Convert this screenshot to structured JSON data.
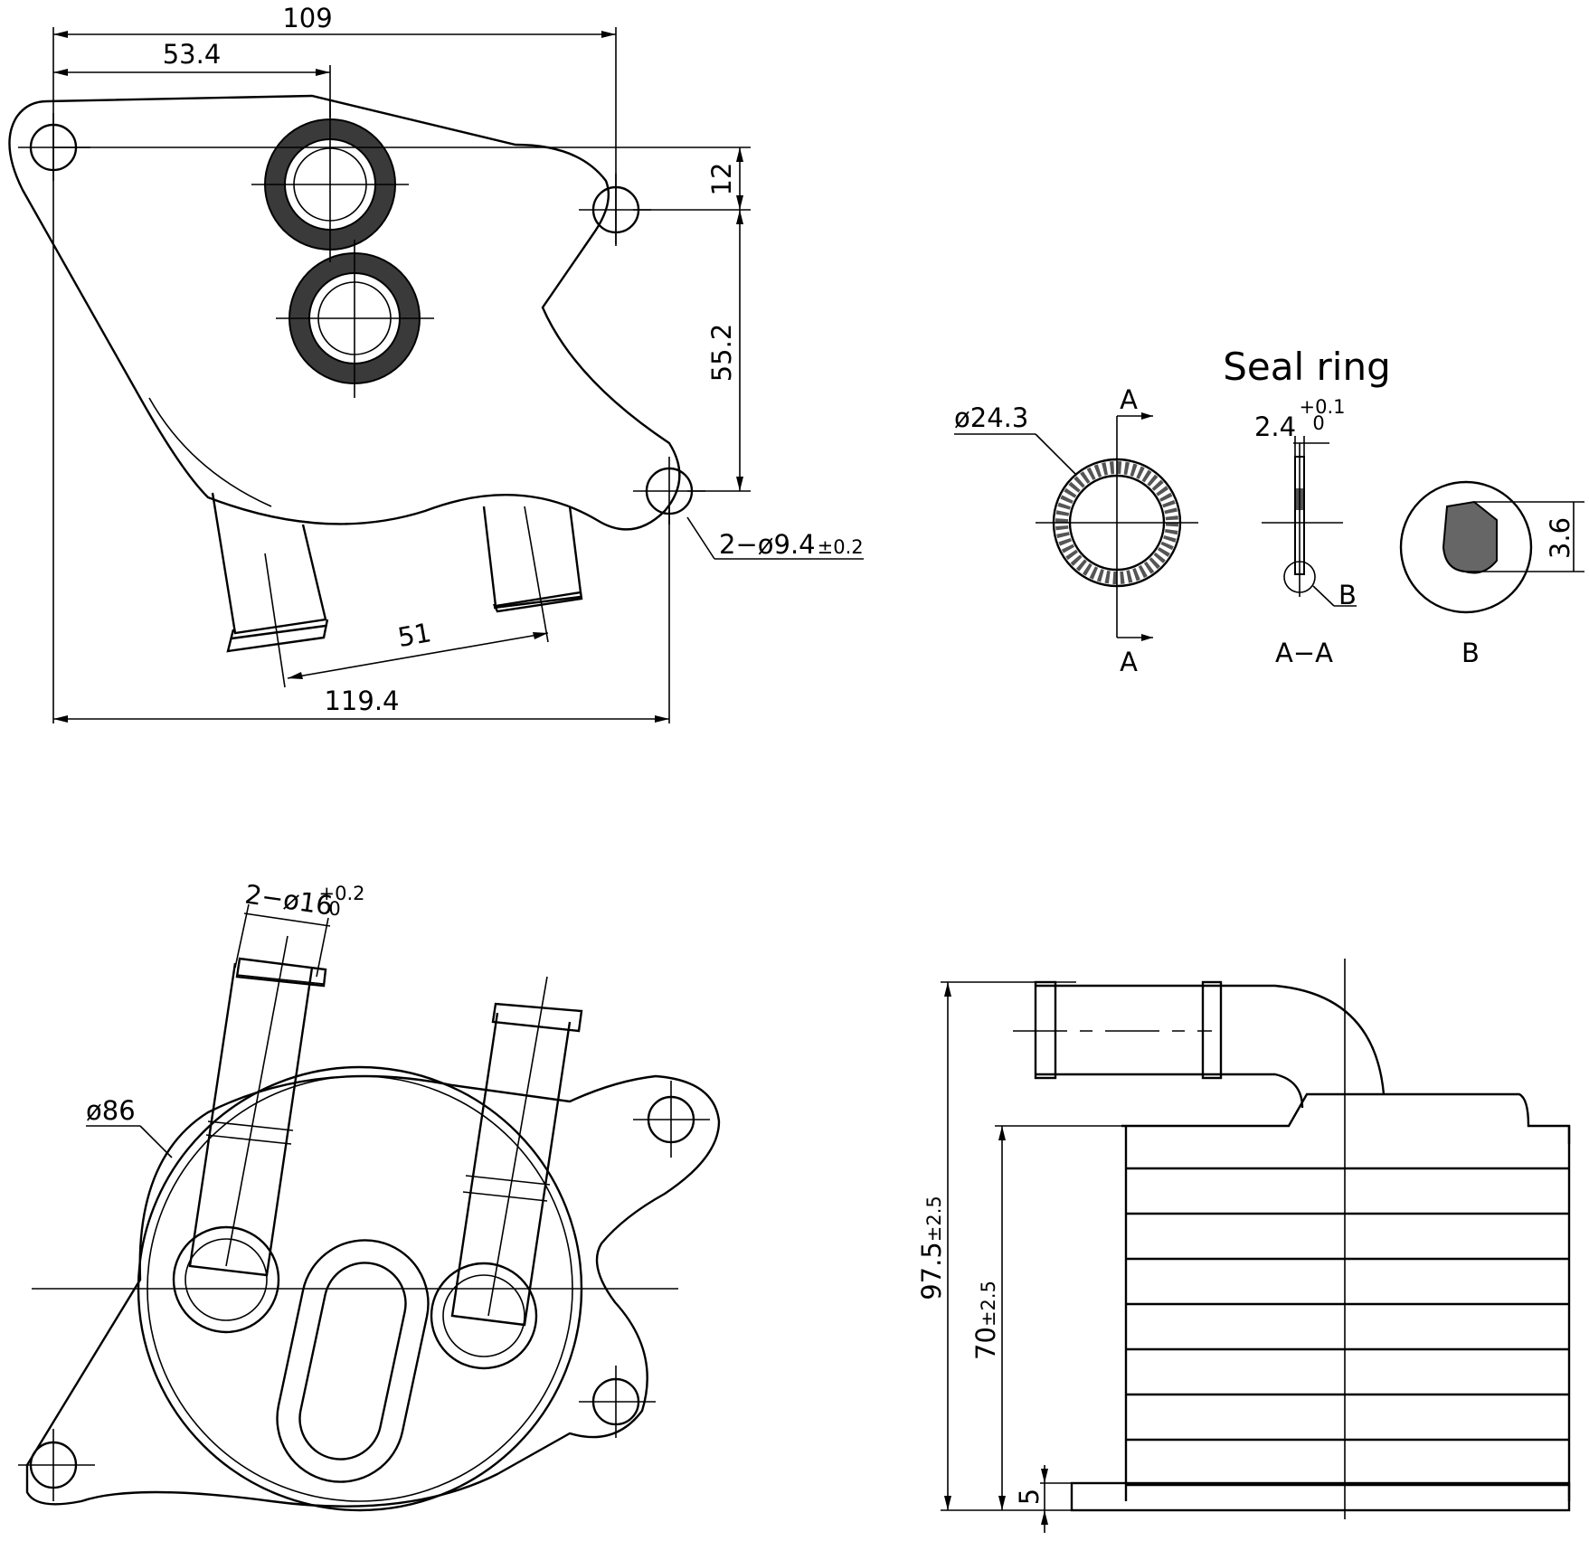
{
  "top_view": {
    "dim_overall_width": "109",
    "dim_hole_offset": "53.4",
    "dim_vertical_small": "12",
    "dim_vertical_large": "55.2",
    "dim_pipe_spacing": "51",
    "dim_bottom_width": "119.4",
    "dim_mount_holes": "2−ø9.4",
    "dim_mount_holes_tol": "±0.2"
  },
  "seal_ring": {
    "title": "Seal ring",
    "dim_diameter": "ø24.3",
    "section_mark_top": "A",
    "section_mark_bottom": "A",
    "dim_thickness": "2.4",
    "dim_thickness_tol_upper": "+0.1",
    "dim_thickness_tol_lower": "0",
    "detail_mark": "B",
    "label_section": "A−A",
    "label_detail": "B",
    "dim_height": "3.6"
  },
  "bottom_view": {
    "dim_pipe_diameter": "2−ø16",
    "dim_pipe_tol_upper": "+0.2",
    "dim_pipe_tol_lower": "0",
    "dim_body_diameter": "ø86"
  },
  "side_view": {
    "dim_total_height": "97.5",
    "dim_total_height_tol": "±2.5",
    "dim_stack_height": "70",
    "dim_stack_height_tol": "±2.5",
    "dim_base_thickness": "5"
  }
}
